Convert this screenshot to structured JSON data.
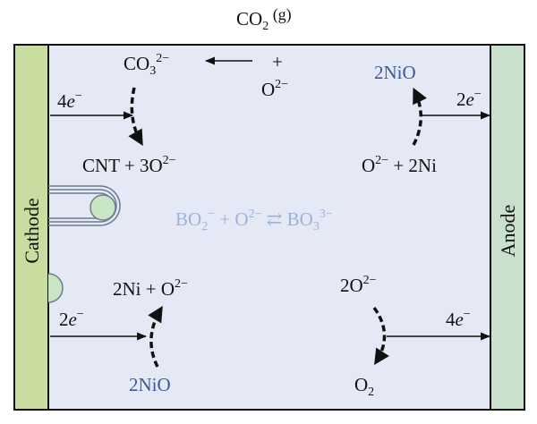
{
  "header": {
    "gas": {
      "main": "CO",
      "sub": "2",
      "state": " (g)"
    }
  },
  "electrodes": {
    "cathode": "Cathode",
    "anode": "Anode"
  },
  "reactions": {
    "carbonate": {
      "main": "CO",
      "sub": "3",
      "sup": "2−"
    },
    "plus": "+",
    "oxide_top": {
      "main": "O",
      "sup": "2−"
    },
    "cnt": {
      "a": "CNT + 3O",
      "sup": "2−"
    },
    "nio_top": "2NiO",
    "oxide_ni": {
      "a": "O",
      "sup": "2−",
      "b": " + 2Ni"
    },
    "borate": {
      "a": "BO",
      "a_sub": "2",
      "a_sup": "−",
      "b": " + O",
      "b_sup": "2−",
      "arrow": " ⇄ ",
      "c": "BO",
      "c_sub": "3",
      "c_sup": "3−"
    },
    "ni_oxide": {
      "a": "2Ni + O",
      "sup": "2−"
    },
    "two_oxide": {
      "a": "2O",
      "sup": "2−"
    },
    "nio_bottom": "2NiO",
    "oxygen": {
      "main": "O",
      "sub": "2"
    }
  },
  "electrons": {
    "cathode_top": {
      "n": "4",
      "e": "e",
      "sup": "−"
    },
    "anode_top": {
      "n": "2",
      "e": "e",
      "sup": "−"
    },
    "cathode_bottom": {
      "n": "2",
      "e": "e",
      "sup": "−"
    },
    "anode_bottom": {
      "n": "4",
      "e": "e",
      "sup": "−"
    }
  },
  "colors": {
    "electrolyte": "#e4e9f5",
    "cathode": "#c9dda0",
    "anode": "#c8e0cc",
    "nickel_blue": "#3c5a9a",
    "borate_faint": "#9db3d8",
    "ink": "#111111"
  }
}
